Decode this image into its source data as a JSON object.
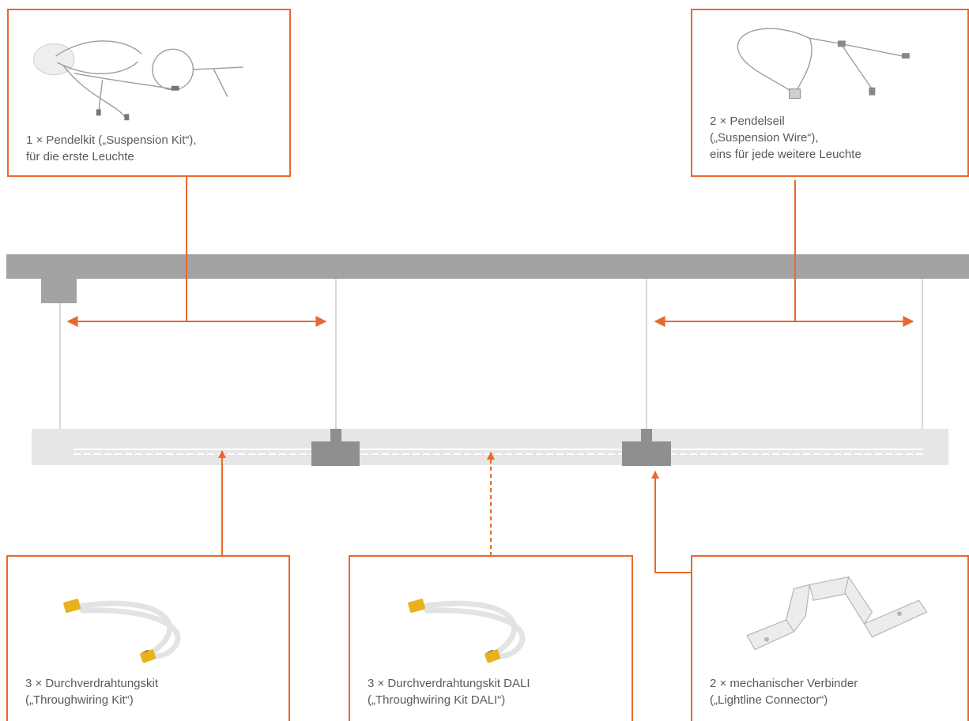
{
  "colors": {
    "accent": "#e8692c",
    "rail": "#a3a3a3",
    "luminaire": "#e6e6e6",
    "connector": "#8f8f8f",
    "wire": "#d9d9d9"
  },
  "cards": {
    "suspension_kit": {
      "lines": [
        "1 × Pendelkit („Suspension Kit“),",
        "für die erste Leuchte"
      ],
      "icon": "suspension-kit-icon"
    },
    "suspension_wire": {
      "lines": [
        "2 × Pendelseil",
        "(„Suspension Wire“),",
        "eins für jede weitere Leuchte"
      ],
      "icon": "suspension-wire-icon"
    },
    "throughwiring_kit": {
      "lines": [
        "3 × Durchverdrahtungskit",
        "(„Throughwiring Kit“)"
      ],
      "icon": "throughwiring-cable-icon"
    },
    "throughwiring_kit_dali": {
      "lines": [
        "3 × Durchverdrahtungskit DALI",
        "(„Throughwiring Kit DALI“)"
      ],
      "icon": "throughwiring-dali-cable-icon"
    },
    "lightline_connector": {
      "lines": [
        "2 × mechanischer Verbinder",
        "(„Lightline Connector“)"
      ],
      "icon": "lightline-connector-icon"
    }
  }
}
